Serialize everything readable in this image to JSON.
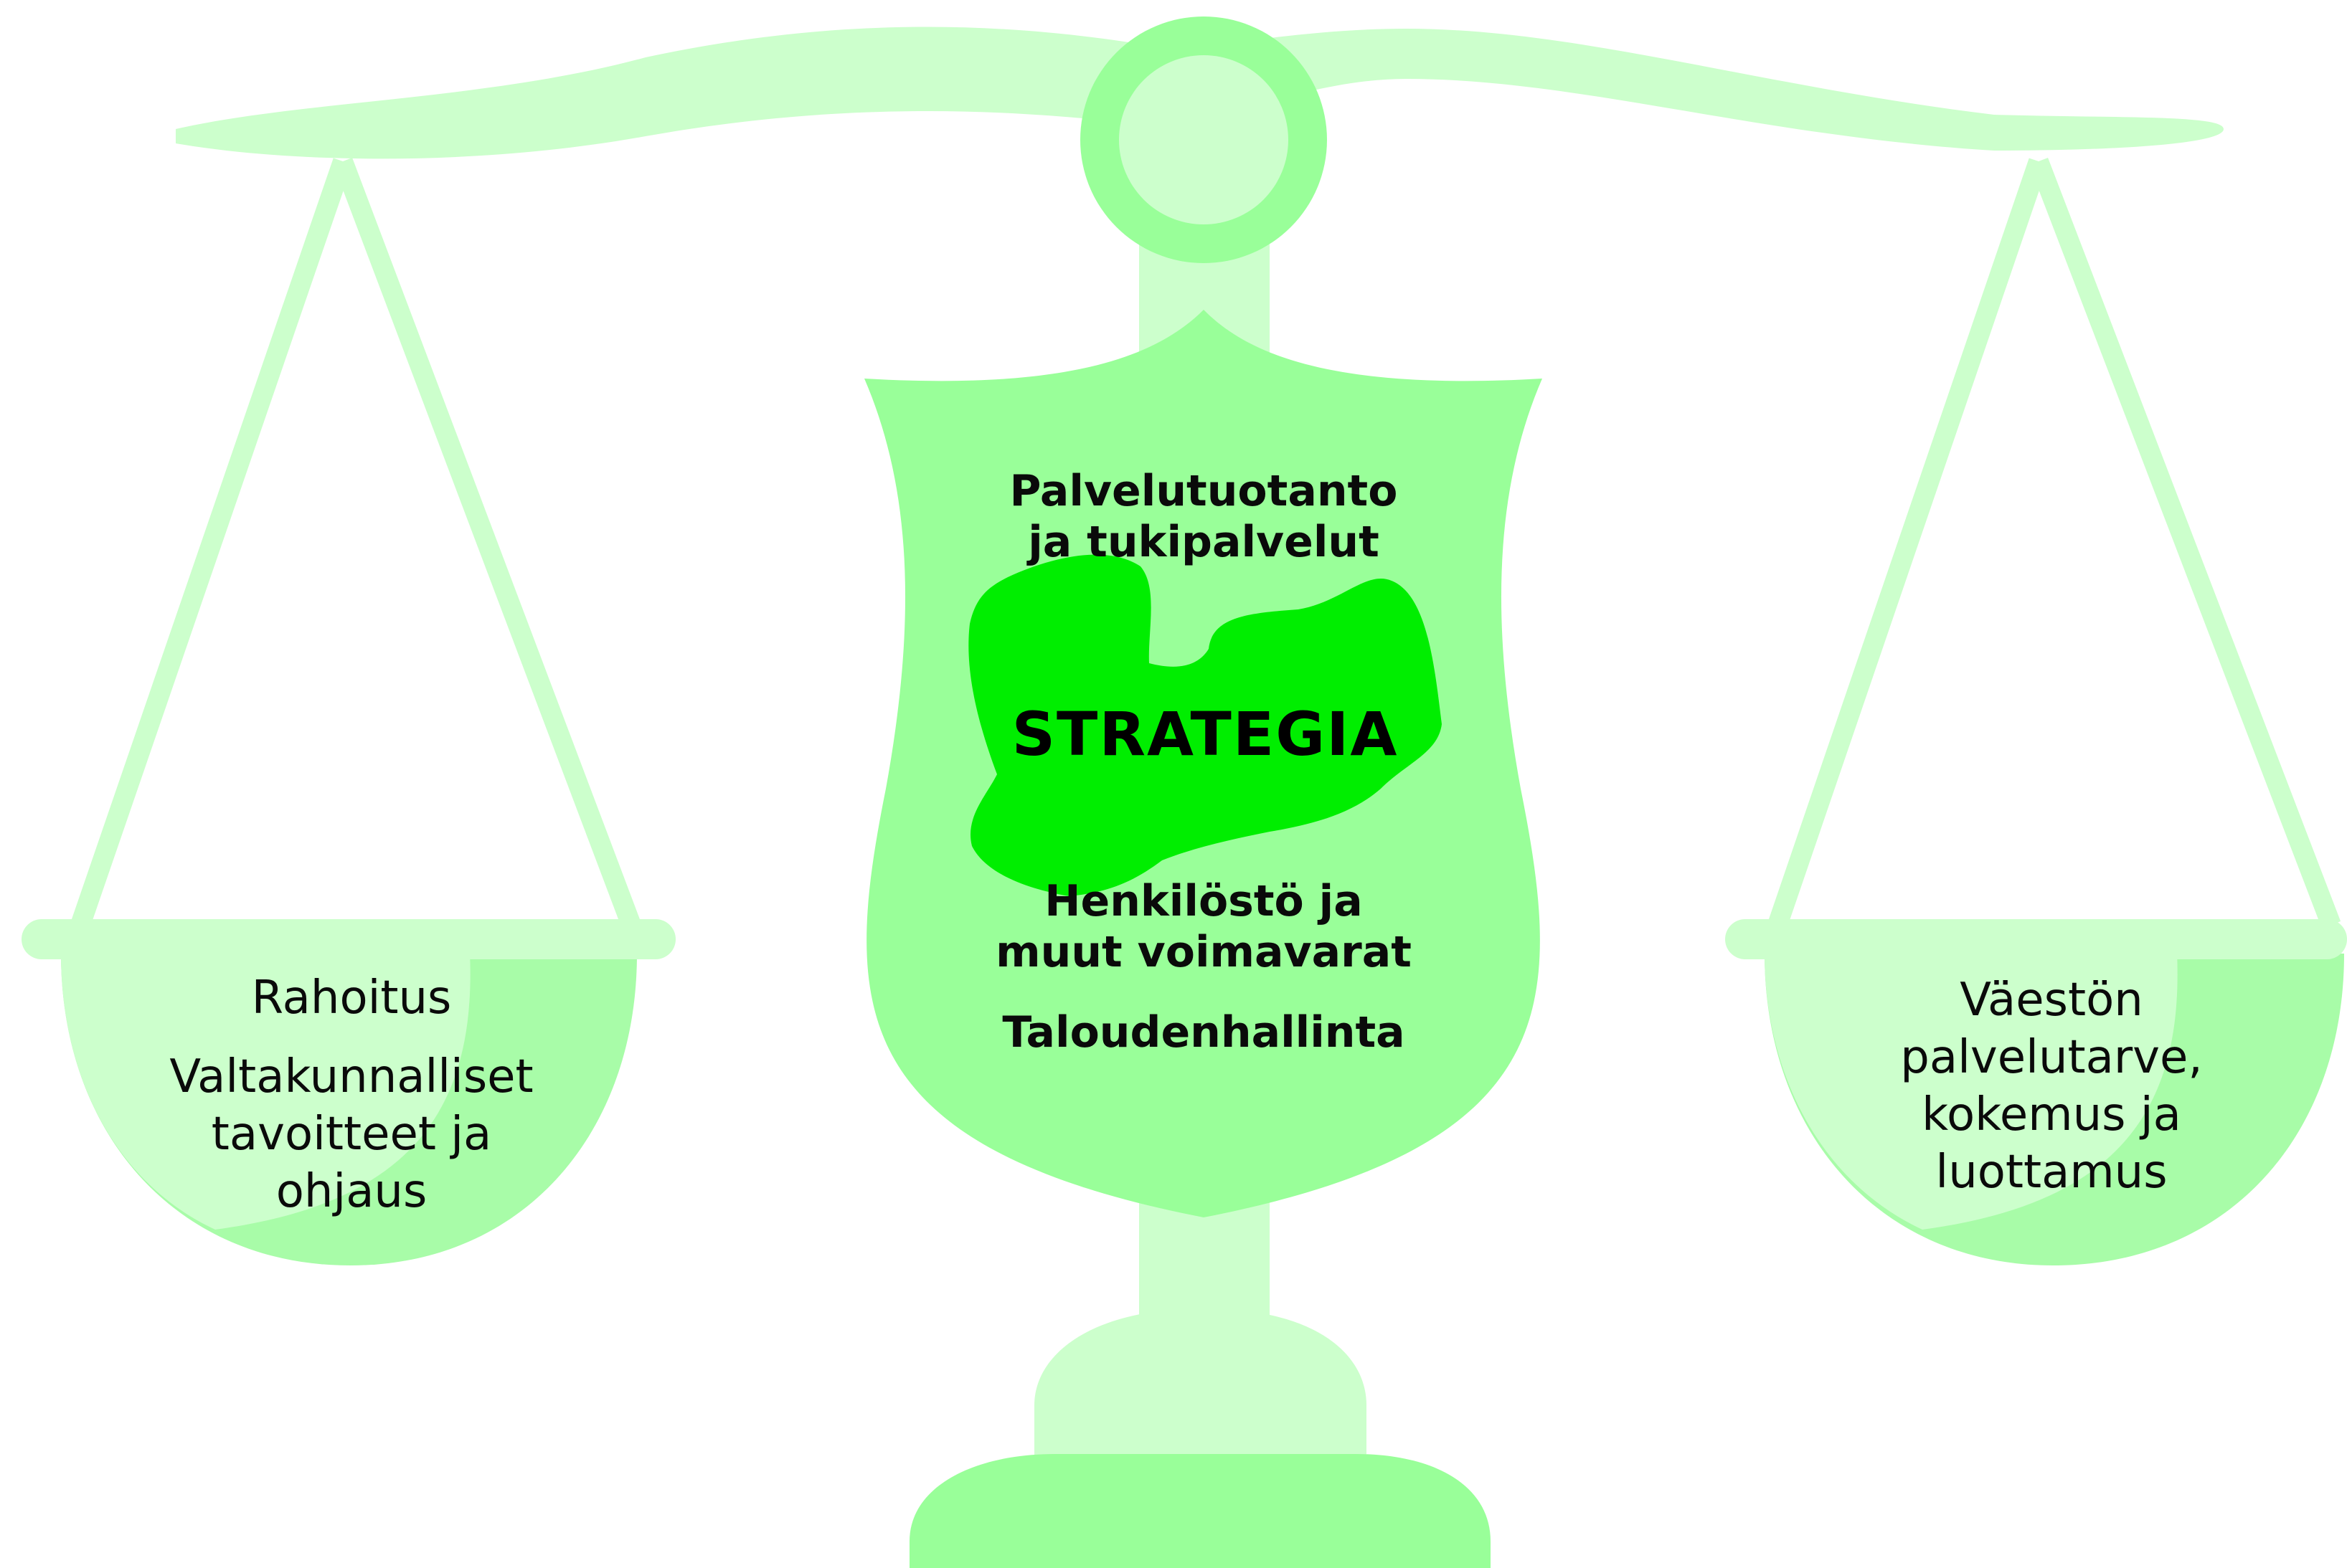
{
  "colors": {
    "light": "#ccffcc",
    "pan": "#a8fca8",
    "medium": "#99ff99",
    "accent": "#00ee00",
    "text": "#0a0a0a"
  },
  "center": {
    "strategy": "STRATEGIA",
    "top": [
      "Palvelutuotanto",
      "ja tukipalvelut"
    ],
    "bottom": [
      "Henkilöstö ja",
      "muut voimavarat"
    ],
    "bottom_extra": "Taloudenhallinta"
  },
  "left_pan": {
    "line1": "Rahoitus",
    "lines": [
      "Valtakunnalliset",
      "tavoitteet ja",
      "ohjaus"
    ]
  },
  "right_pan": {
    "lines": [
      "Väestön",
      "palvelutarve,",
      "kokemus ja",
      "luottamus"
    ]
  }
}
